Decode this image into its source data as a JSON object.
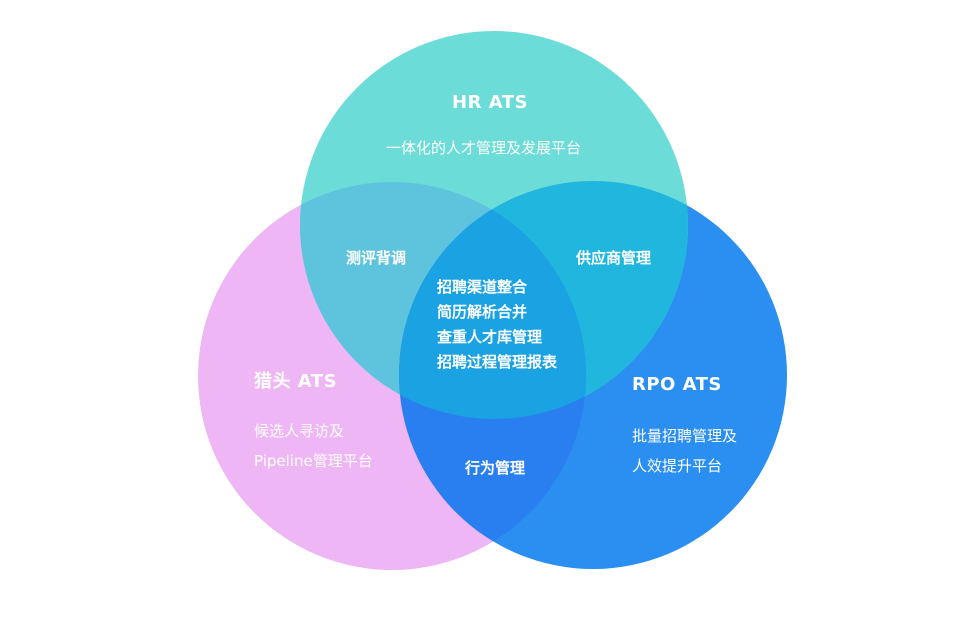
{
  "circles": {
    "hr": {
      "title": "HR ATS",
      "desc": "一体化的人才管理及发展平台",
      "color": "#5fdbd8"
    },
    "headhunter": {
      "title": "猎头 ATS",
      "desc_lines": [
        "候选人寻访及",
        "Pipeline管理平台"
      ],
      "color": "#efaaf4"
    },
    "rpo": {
      "title": "RPO ATS",
      "desc_lines": [
        "批量招聘管理及",
        "人效提升平台"
      ],
      "color": "#2086f1"
    }
  },
  "overlaps": {
    "hr_headhunter": "测评背调",
    "hr_rpo": "供应商管理",
    "headhunter_rpo": "行为管理",
    "center": [
      "招聘渠道整合",
      "简历解析合并",
      "查重人才库管理",
      "招聘过程管理报表"
    ]
  }
}
